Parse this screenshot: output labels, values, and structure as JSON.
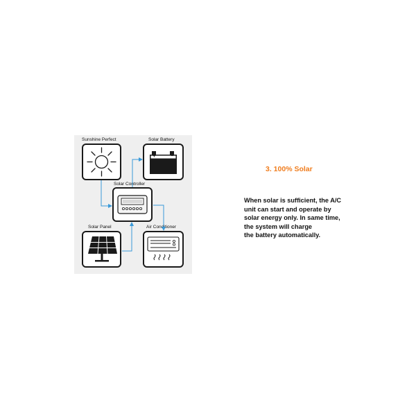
{
  "diagram": {
    "labels": {
      "sunshine": "Sunshine Perfect",
      "battery": "Solar Battery",
      "controller": "Solar Controller",
      "panel": "Solar Panel",
      "ac": "Air Conditioner"
    },
    "battery_symbols": {
      "plus": "+",
      "minus": "−"
    },
    "wire_color": "#3a9ad9"
  },
  "info": {
    "heading": "3. 100% Solar",
    "heading_color": "#f07d1e",
    "lines": [
      "When solar is sufficient, the A/C",
      "unit can start and operate by",
      "solar energy only. In same time,",
      "the system will charge",
      "the battery automatically."
    ]
  }
}
